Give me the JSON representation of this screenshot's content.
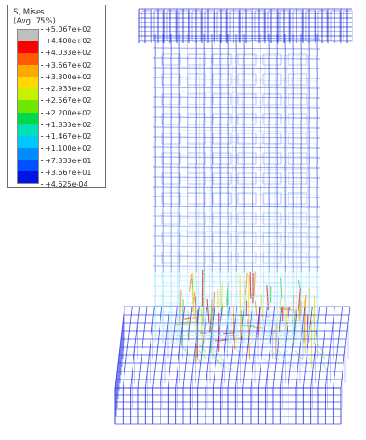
{
  "legend": {
    "title_line1": "S, Mises",
    "title_line2": "(Avg: 75%)",
    "labels": [
      "+5.067e+02",
      "+4.400e+02",
      "+4.033e+02",
      "+3.667e+02",
      "+3.300e+02",
      "+2.933e+02",
      "+2.567e+02",
      "+2.200e+02",
      "+1.833e+02",
      "+1.467e+02",
      "+1.100e+02",
      "+7.333e+01",
      "+3.667e+01",
      "+4.625e-04"
    ],
    "colors": [
      "#bfbfbf",
      "#ff0000",
      "#ff5a00",
      "#ffa800",
      "#ffd800",
      "#c8f000",
      "#6ee600",
      "#00d84a",
      "#00e0b4",
      "#00c8ff",
      "#008cff",
      "#0050ff",
      "#0014e6"
    ]
  },
  "model_colors": {
    "cap": "#2230d8",
    "foot": "#1e2ee6",
    "wall_cool": "#3a5ce8",
    "wall_light": "#8fe0ff",
    "hot_red": "#e63232",
    "hot_orange": "#ff9a28",
    "hot_yellow": "#f0e232",
    "hot_green": "#5ad25a"
  }
}
